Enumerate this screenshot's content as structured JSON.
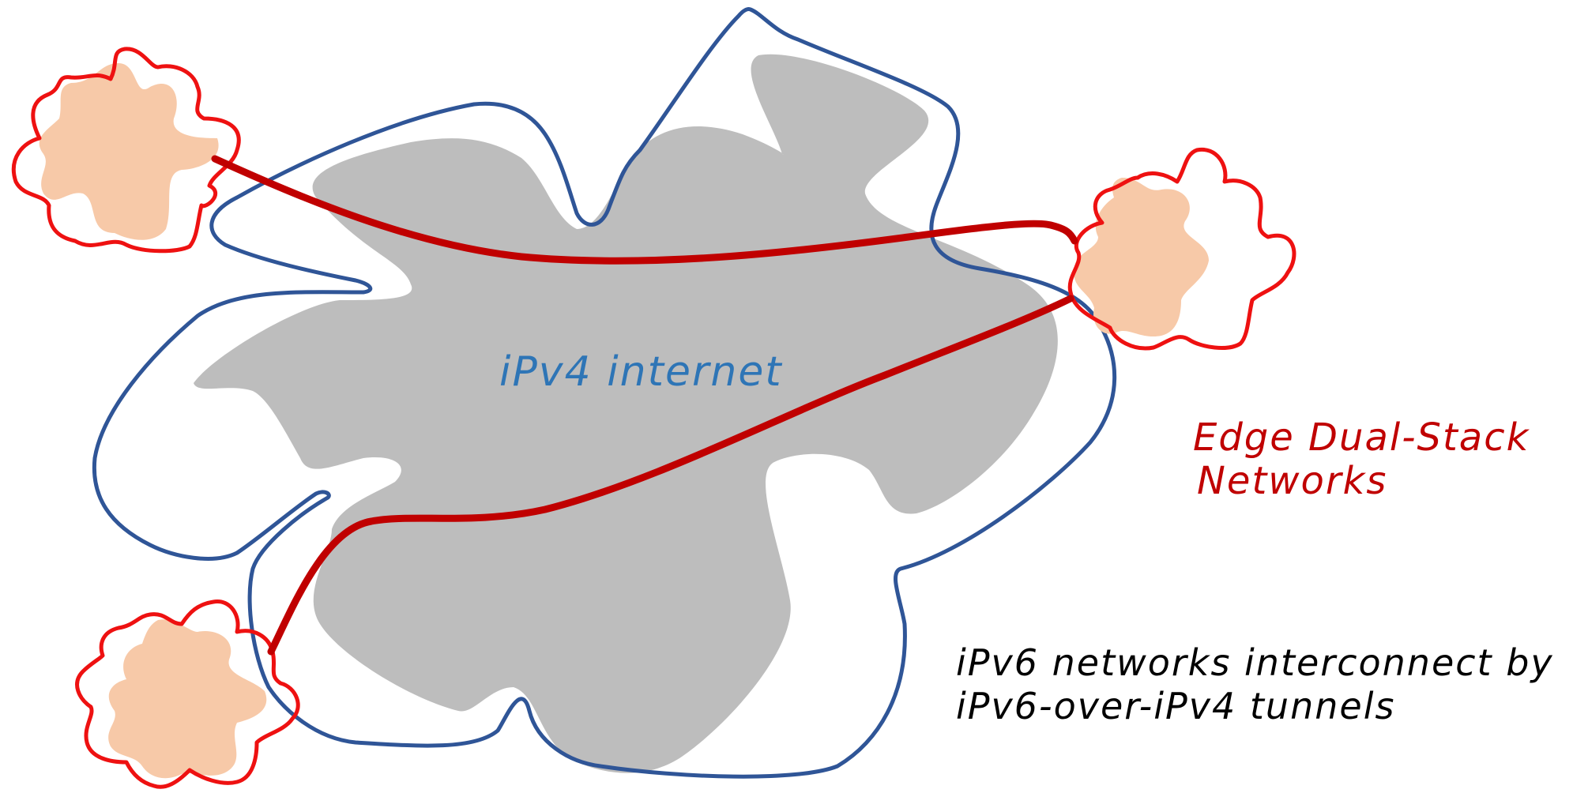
{
  "diagram": {
    "cloud_label": "iPv4 internet",
    "edge_label_line1": "Edge Dual-Stack",
    "edge_label_line2": "Networks",
    "caption_line1": "iPv6 networks interconnect by",
    "caption_line2": "iPv6-over-iPv4 tunnels",
    "colors": {
      "cloud_fill": "#bdbdbd",
      "cloud_outline": "#2f5597",
      "edge_outline": "#ee1111",
      "edge_fill": "#f7c9a8",
      "tunnel": "#c00000",
      "cloud_label": "#2e75b6",
      "edge_label": "#c00000",
      "caption": "#000000"
    }
  }
}
